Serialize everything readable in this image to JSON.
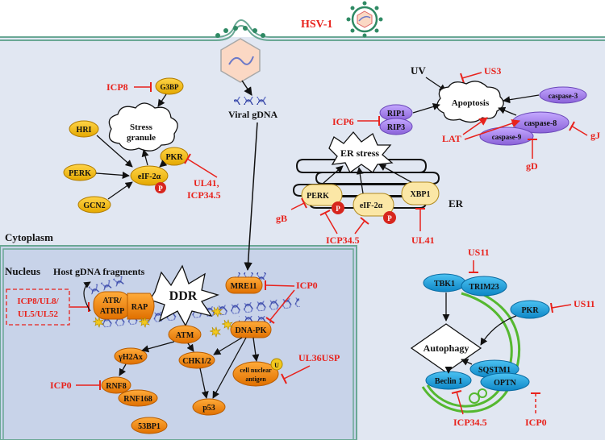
{
  "colors": {
    "cytoplasm": "#e1e7f2",
    "nucleus": "#c8d3e9",
    "membrane": "#6aa895",
    "inhibitor": "#e8221c",
    "yellow_node": "#f4bd16",
    "orange_node": "#f08a18",
    "purple_node": "#a17fe0",
    "blue_node": "#1fa3dd",
    "phospho": "#d7261e"
  },
  "virus": {
    "label": "HSV-1"
  },
  "regions": {
    "cytoplasm": "Cytoplasm",
    "nucleus": "Nucleus",
    "er": "ER"
  },
  "viral_dna": {
    "label": "Viral gDNA"
  },
  "stress_granule": {
    "cloud_label_1": "Stress",
    "cloud_label_2": "granule",
    "nodes": {
      "g3bp": "G3BP",
      "hri": "HRI",
      "perk": "PERK",
      "gcn2": "GCN2",
      "eif2a": "eIF-2α",
      "pkr": "PKR"
    },
    "inhibitors": {
      "icp8": "ICP8",
      "ul41_icp345_1": "UL41,",
      "ul41_icp345_2": "ICP34.5"
    }
  },
  "apoptosis": {
    "uv": "UV",
    "center": "Apoptosis",
    "nodes": {
      "rip1": "RIP1",
      "rip3": "RIP3",
      "caspase3": "caspase-3",
      "caspase8": "caspase-8",
      "caspase9": "caspase-9"
    },
    "inhibitors": {
      "us3": "US3",
      "icp6": "ICP6",
      "lat": "LAT",
      "gj": "gJ",
      "gd": "gD"
    }
  },
  "er_stress": {
    "center": "ER stress",
    "nodes": {
      "perk": "PERK",
      "eif2a": "eIF-2α",
      "xbp1": "XBP1"
    },
    "inhibitors": {
      "gb": "gB",
      "icp345": "ICP34.5",
      "ul41": "UL41"
    }
  },
  "phospho": "P",
  "ddr": {
    "host_fragments": "Host gDNA fragments",
    "center": "DDR",
    "box_line_1": "ICP8/UL8/",
    "box_line_2": "UL5/UL52",
    "nodes": {
      "atr": "ATR/",
      "atrip": "ATRIP",
      "rap": "RAP",
      "atm": "ATM",
      "h2ax": "γH2Ax",
      "rnf8": "RNF8",
      "rnf168": "RNF168",
      "bp53": "53BP1",
      "chk": "CHK1/2",
      "p53": "p53",
      "mre11": "MRE11",
      "dnapk": "DNA-PK",
      "cna1": "cell nuclear",
      "cna2": "antigen",
      "ub": "U"
    },
    "inhibitors": {
      "icp0_mre": "ICP0",
      "ul36usp": "UL36USP",
      "icp0_rnf": "ICP0"
    }
  },
  "autophagy": {
    "center": "Autophagy",
    "nodes": {
      "tbk1": "TBK1",
      "trim23": "TRIM23",
      "pkr": "PKR",
      "sqstm1": "SQSTM1",
      "optn": "OPTN",
      "beclin": "Beclin 1"
    },
    "inhibitors": {
      "us11_top": "US11",
      "us11_pkr": "US11",
      "icp345": "ICP34.5",
      "icp0": "ICP0"
    }
  }
}
